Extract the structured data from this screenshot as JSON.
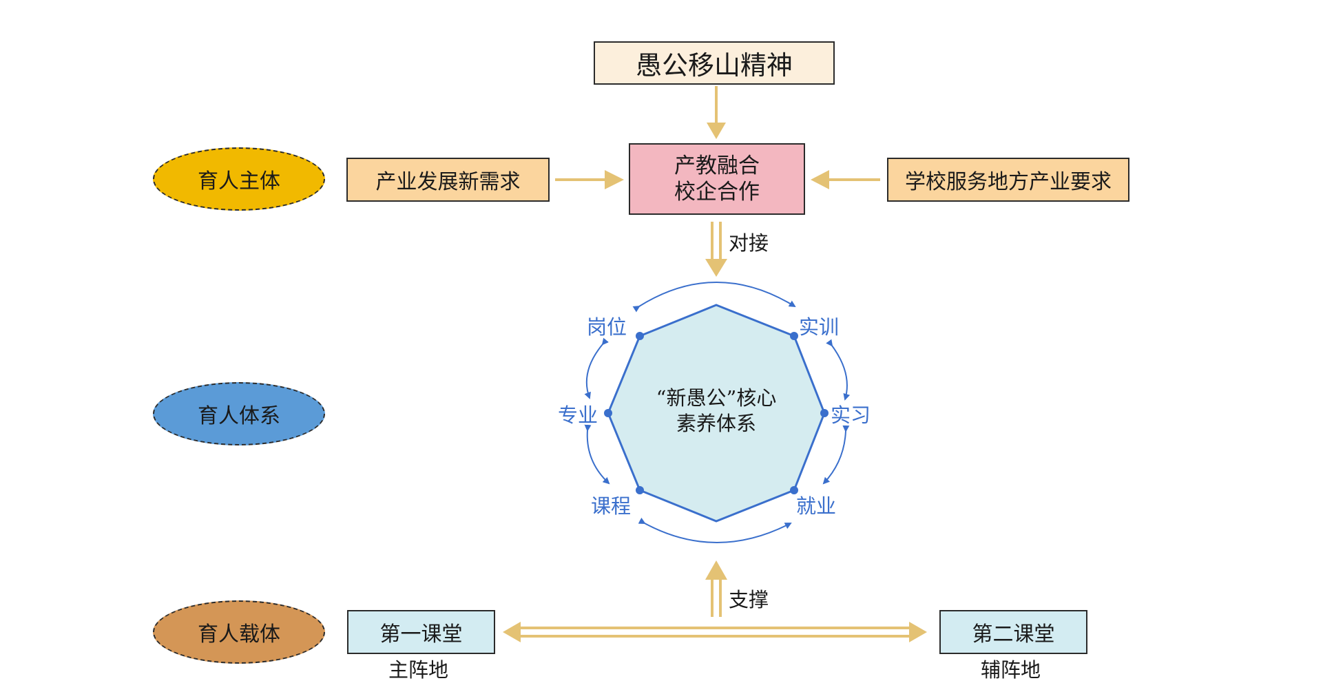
{
  "title": "愚公移山精神",
  "core": {
    "line1": "产教融合",
    "line2": "校企合作"
  },
  "left_input": "产业发展新需求",
  "right_input": "学校服务地方产业要求",
  "connector_top": "对接",
  "connector_bottom": "支撑",
  "roles": {
    "subject": "育人主体",
    "system": "育人体系",
    "carrier": "育人载体"
  },
  "hexagon": {
    "center_line1": "“新愚公”核心",
    "center_line2": "素养体系",
    "nodes": {
      "gangwei": "岗位",
      "shixun": "实训",
      "zhuanye": "专业",
      "shixi": "实习",
      "kecheng": "课程",
      "jiuye": "就业"
    }
  },
  "classrooms": {
    "first": "第一课堂",
    "first_role": "主阵地",
    "second": "第二课堂",
    "second_role": "辅阵地"
  },
  "colors": {
    "arrow": "#e4c274",
    "blue": "#3a6fcc",
    "hex_fill": "#d5ecf0",
    "subject": "#f1b900",
    "system": "#5b9bd7",
    "carrier": "#d49656"
  }
}
